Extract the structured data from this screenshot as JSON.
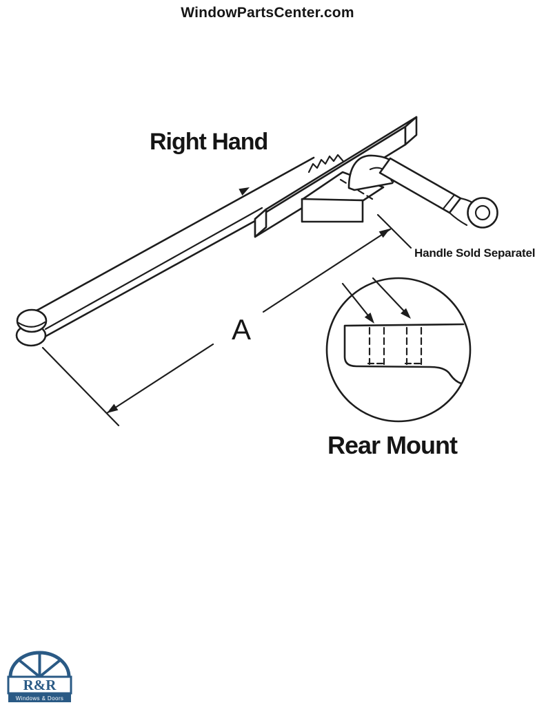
{
  "page": {
    "background_color": "#ffffff"
  },
  "header": {
    "title": "WindowPartsCenter.com"
  },
  "diagram": {
    "line_color": "#1d1d1d",
    "orientation_label": "Right Hand",
    "handle_note": "Handle Sold Separately",
    "dimension_label": "A",
    "detail_label": "Rear Mount"
  },
  "logo": {
    "name": "R&R",
    "tagline": "Windows & Doors",
    "color": "#2a5a85"
  }
}
